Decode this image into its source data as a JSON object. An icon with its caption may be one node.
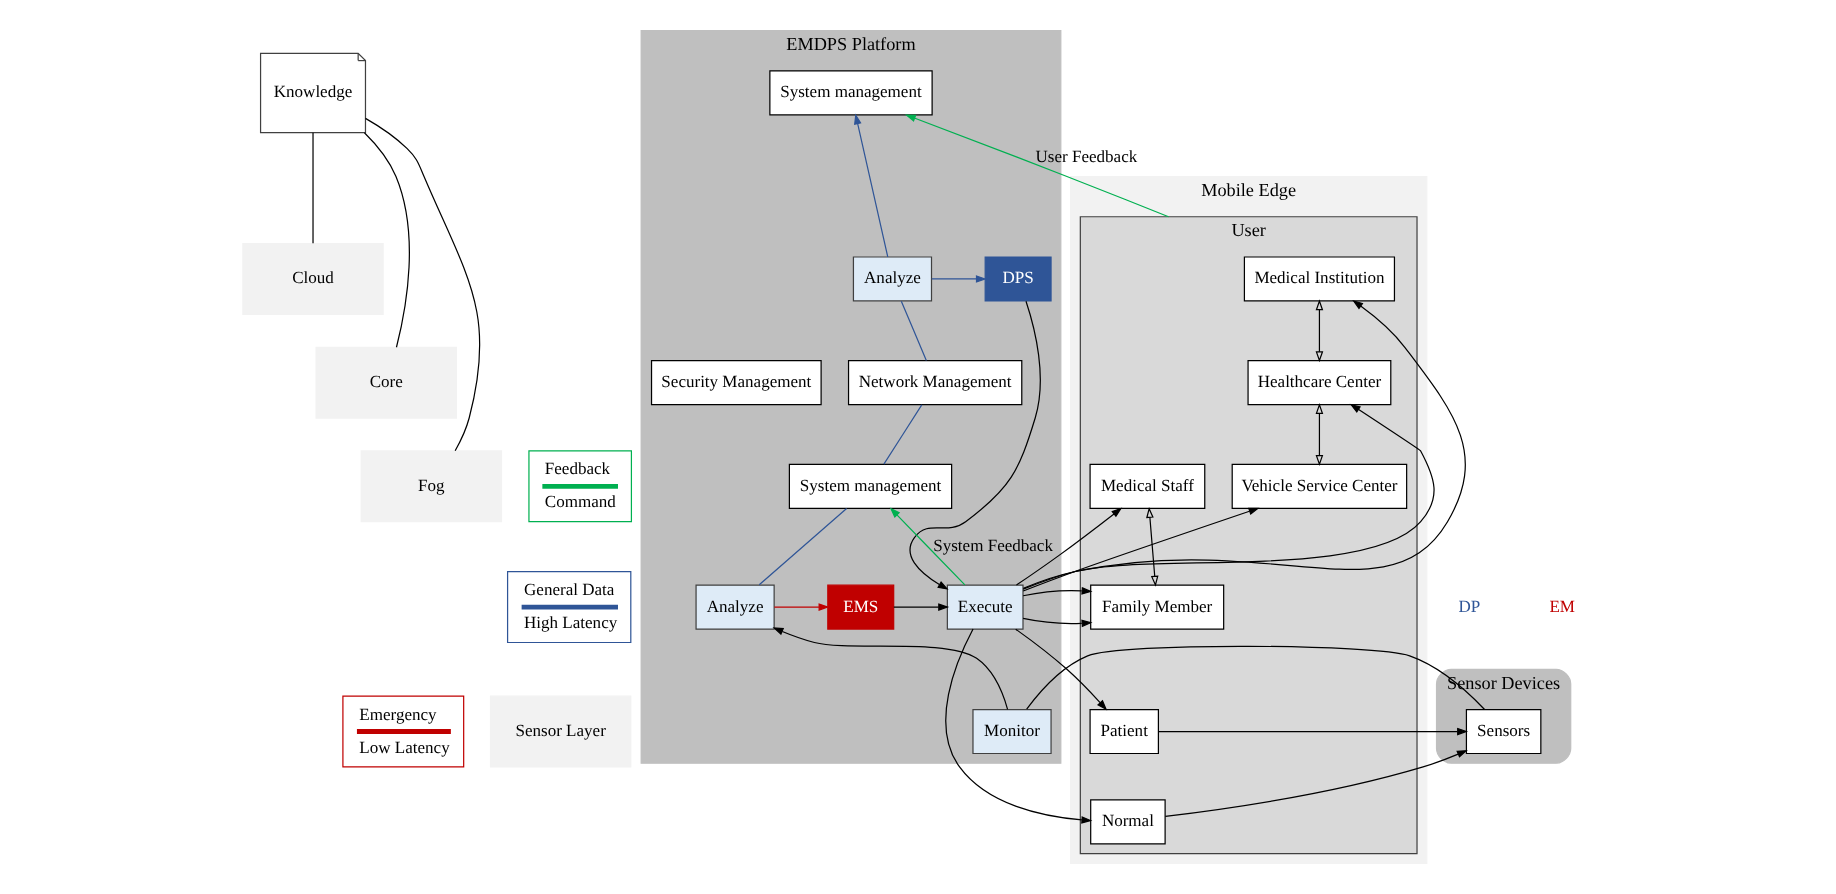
{
  "diagram": {
    "nodes": [
      {
        "text": [
          "Cloud"
        ]
      },
      {
        "text": [
          "Core"
        ]
      },
      {
        "text": [
          "Fog"
        ]
      },
      {
        "text": [
          "Sensor Layer"
        ]
      },
      {
        "text": [
          "Knowledge"
        ]
      },
      {
        "text": [
          "EMDPS Platform"
        ]
      },
      {
        "text": [
          "System management"
        ],
        "in": 5
      },
      {
        "text": [
          "Analyze"
        ],
        "in": 5
      },
      {
        "text": [
          "DPS"
        ],
        "in": 5
      },
      {
        "text": [
          "Network Management"
        ],
        "in": 5
      },
      {
        "text": [
          "Security Management"
        ],
        "in": 5
      },
      {
        "text": [
          "System management"
        ],
        "in": 5
      },
      {
        "text": [
          "Analyze"
        ],
        "in": 5
      },
      {
        "text": [
          "EMS"
        ],
        "in": 5
      },
      {
        "text": [
          "Execute"
        ],
        "in": 5
      },
      {
        "text": [
          "Monitor"
        ],
        "in": 5
      },
      {
        "text": [
          "Sensor Devices"
        ]
      },
      {
        "text": [
          "Sensors"
        ],
        "in": 16
      },
      {
        "text": [
          "Mobile Edge"
        ]
      },
      {
        "text": [
          "User"
        ],
        "in": 18
      },
      {
        "text": [
          "Medical Institution"
        ],
        "in": 19
      },
      {
        "text": [
          "Healthcare Center"
        ],
        "in": 19
      },
      {
        "text": [
          "Vehicle Service Center"
        ],
        "in": 19
      },
      {
        "text": [
          "Medical Staff"
        ],
        "in": 19
      },
      {
        "text": [
          "Family Member"
        ],
        "in": 19
      },
      {
        "text": [
          "Patient"
        ],
        "in": 19
      },
      {
        "text": [
          "Normal"
        ],
        "in": 19
      }
    ],
    "edges": [
      {
        "from": 4,
        "to": 0,
        "arrow": "none"
      },
      {
        "from": 4,
        "to": 1,
        "arrow": "none"
      },
      {
        "from": 4,
        "to": 2,
        "arrow": "none"
      },
      {
        "from": 7,
        "to": 6,
        "arrow": "to",
        "color": "#2f5597"
      },
      {
        "from": 7,
        "to": 8,
        "arrow": "to",
        "color": "#2f5597"
      },
      {
        "from": 7,
        "to": 9,
        "arrow": "none",
        "color": "#2f5597"
      },
      {
        "from": 9,
        "to": 11,
        "arrow": "none",
        "color": "#2f5597"
      },
      {
        "from": 11,
        "to": 12,
        "arrow": "none",
        "color": "#2f5597"
      },
      {
        "from": 15,
        "to": 12,
        "arrow": "to"
      },
      {
        "from": 12,
        "to": 13,
        "arrow": "to",
        "color": "#c00000"
      },
      {
        "from": 13,
        "to": 14,
        "arrow": "to"
      },
      {
        "from": 8,
        "to": 14,
        "arrow": "to"
      },
      {
        "from": 14,
        "to": 11,
        "arrow": "to",
        "label": "System Feedback",
        "color": "#00b050"
      },
      {
        "from": 19,
        "to": 6,
        "arrow": "to",
        "label": "User Feedback",
        "color": "#00b050"
      },
      {
        "from": 14,
        "to": 20,
        "arrow": "to"
      },
      {
        "from": 14,
        "to": 21,
        "arrow": "to"
      },
      {
        "from": 14,
        "to": 22,
        "arrow": "to"
      },
      {
        "from": 14,
        "to": 23,
        "arrow": "to"
      },
      {
        "from": 14,
        "to": 24,
        "arrow": "to"
      },
      {
        "from": 14,
        "to": 25,
        "arrow": "to"
      },
      {
        "from": 14,
        "to": 26,
        "arrow": "to"
      },
      {
        "from": 20,
        "to": 21,
        "arrow": "both"
      },
      {
        "from": 21,
        "to": 22,
        "arrow": "both"
      },
      {
        "from": 23,
        "to": 24,
        "arrow": "both"
      },
      {
        "from": 25,
        "to": 17,
        "arrow": "to"
      },
      {
        "from": 26,
        "to": 17,
        "arrow": "to"
      },
      {
        "from": 17,
        "to": 15,
        "arrow": "none"
      }
    ],
    "labels": [
      "DP",
      "EM"
    ],
    "legend": [
      {
        "text": "Feedback",
        "color": "#00b050"
      },
      {
        "text": "Command",
        "color": "#00b050"
      },
      {
        "text": "General Data",
        "color": "#2f5597"
      },
      {
        "text": "High Latency",
        "color": "#2f5597"
      },
      {
        "text": "Emergency",
        "color": "#c00000"
      },
      {
        "text": "Low Latency",
        "color": "#c00000"
      }
    ]
  }
}
